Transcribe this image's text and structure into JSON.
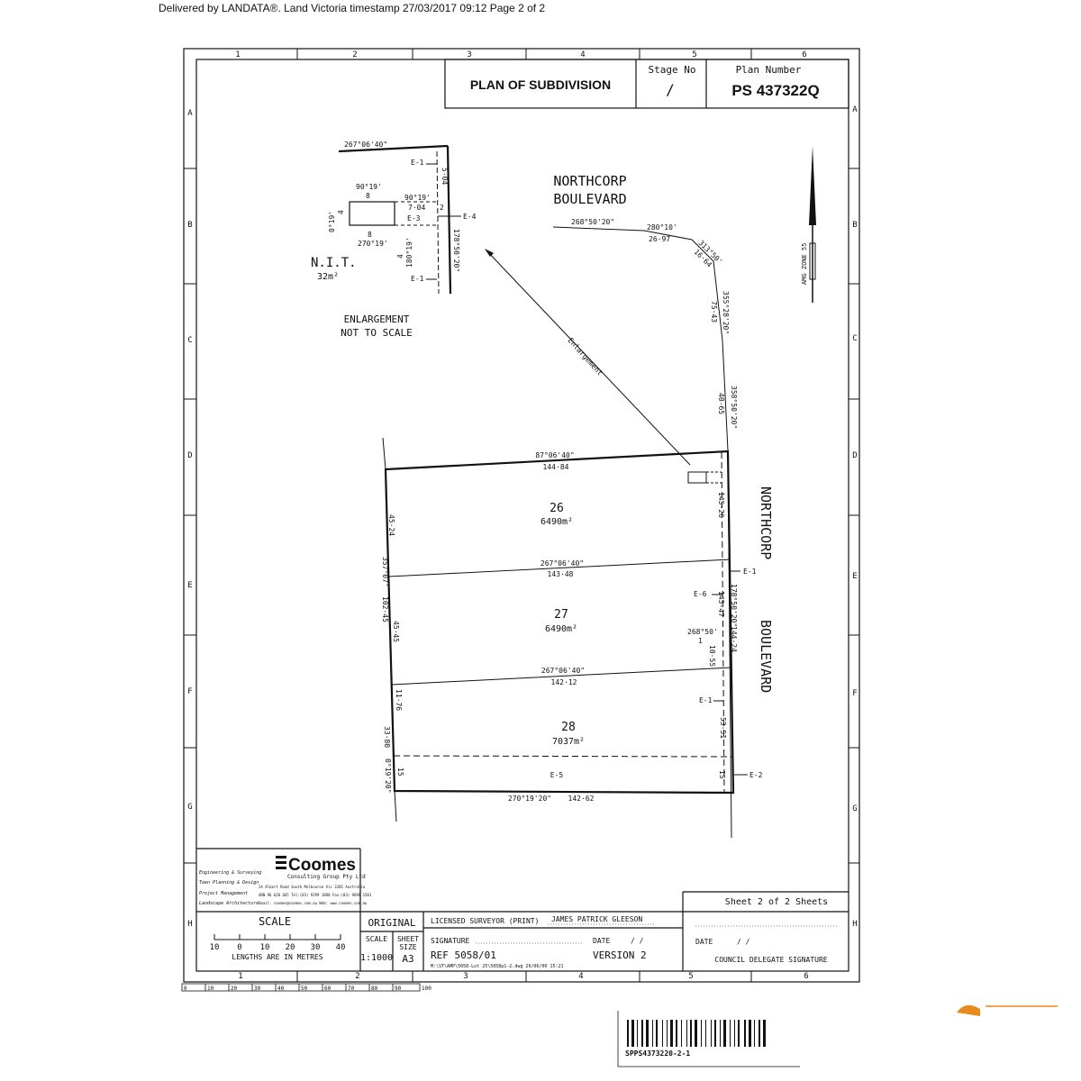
{
  "header": {
    "delivered": "Delivered by LANDATA®.  Land Victoria timestamp 27/03/2017 09:12   Page 2 of 2"
  },
  "frame": {
    "cols": [
      "1",
      "2",
      "3",
      "4",
      "5",
      "6"
    ],
    "rows": [
      "A",
      "B",
      "C",
      "D",
      "E",
      "F",
      "G",
      "H"
    ]
  },
  "title": {
    "plan_label": "PLAN OF SUBDIVISION",
    "stage_label": "Stage No",
    "stage_value": "/",
    "plan_number_label": "Plan Number",
    "plan_number": "PS 437322Q"
  },
  "enlargement": {
    "top_bearing": "267°06'40\"",
    "e1_top": "E-1",
    "dist_top": "5·04",
    "bearing_90_19_a": "90°19'",
    "n8_a": "8",
    "bearing_90_19_b": "90°19'",
    "dist_704": "7·04",
    "n2": "2",
    "e3": "E-3",
    "e4": "E-4",
    "left_bearing": "0°19'",
    "n4_left": "4",
    "n8_b": "8",
    "bearing_270_19": "270°19'",
    "bearing_180_19": "180°19'",
    "n4_right": "4",
    "right_bearing": "178°50'20\"",
    "e1_bottom": "E-1",
    "nit_label": "N.I.T.",
    "nit_area": "32m²",
    "caption_1": "ENLARGEMENT",
    "caption_2": "NOT TO SCALE"
  },
  "road": {
    "name_top_1": "NORTHCORP",
    "name_top_2": "BOULEVARD",
    "b1": "268°50'20\"",
    "b2": "280°10'",
    "d2": "26·97",
    "b3": "313°50'",
    "d3": "16·64",
    "b4": "355°28'20\"",
    "d4": "75·43",
    "b5": "358°50'20\"",
    "d5": "40·65",
    "name_side_1": "NORTHCORP",
    "name_side_2": "BOULEVARD",
    "enlargement_arrow": "Enlargement"
  },
  "north": {
    "label": "AMG ZONE 55"
  },
  "lots": {
    "top_bearing": "87°06'40\"",
    "top_dist": "144·84",
    "lot26_no": "26",
    "lot26_area": "6490m²",
    "div1_bearing": "267°06'40\"",
    "div1_dist": "143·48",
    "lot27_no": "27",
    "lot27_area": "6490m²",
    "div2_bearing": "267°06'40\"",
    "div2_dist": "142·12",
    "lot28_no": "28",
    "lot28_area": "7037m²",
    "bottom_bearing": "270°19'20\"",
    "bottom_dist": "142·62",
    "left_d1": "45·24",
    "left_b": "357°07'",
    "left_d2": "102·45",
    "left_d3": "45·45",
    "left_d4": "11·76",
    "left_d5": "33·80",
    "left_b2": "0°19'20\"",
    "left_15": "15",
    "right_d1": "145·26",
    "right_e1a": "E-1",
    "right_e6": "E-6",
    "right_d2": "145·47",
    "right_b": "178°50'20\"",
    "right_d3": "144·24",
    "right_b2": "268°50'",
    "right_1": "1",
    "right_d4": "10·55",
    "right_e1b": "E-1",
    "right_d5": "53·51",
    "right_15": "15",
    "e2": "E-2",
    "e5": "E-5"
  },
  "titleblock": {
    "firm_1": "Engineering & Surveying",
    "firm_2": "Town Planning & Design",
    "firm_3": "Project Management",
    "firm_4": "Landscape Architecture",
    "logo": "Coomes",
    "logo_sub": "Consulting Group Pty Ltd",
    "addr_1": "24 Albert Road South Melbourne Vic 3205 Australia",
    "addr_2": "ABN 96 620 665  Tel:(03) 9299 1888  Fax:(03) 9699 1581",
    "addr_3": "Email: coomes@coomes.com.au  Web: www.coomes.com.au",
    "scale_label": "SCALE",
    "scale_ticks": [
      "10",
      "0",
      "10",
      "20",
      "30",
      "40"
    ],
    "scale_units": "LENGTHS ARE IN METRES",
    "original": "ORIGINAL",
    "scale_col": "SCALE",
    "scale_val": "1:1000",
    "sheet_size_1": "SHEET",
    "sheet_size_2": "SIZE",
    "sheet_size_val": "A3",
    "surveyor_label": "LICENSED SURVEYOR (PRINT)",
    "surveyor_name": "JAMES PATRICK GLEESON",
    "signature_label": "SIGNATURE",
    "date_label": "DATE",
    "date_value": "/ /",
    "ref": "REF 5058/01",
    "version": "VERSION 2",
    "file_path": "M:\\ST\\AMP\\5058-Lot 25\\5058p1-2.dwg   29/06/00 15:21",
    "sheet_info": "Sheet 2 of 2 Sheets",
    "council_date_label": "DATE",
    "council_date_value": "/ /",
    "council_sig": "COUNCIL DELEGATE SIGNATURE"
  },
  "ruler": [
    "0",
    "10",
    "20",
    "30",
    "40",
    "50",
    "60",
    "70",
    "80",
    "90",
    "100"
  ],
  "barcode": {
    "code": "SPPS4373220-2-1"
  }
}
